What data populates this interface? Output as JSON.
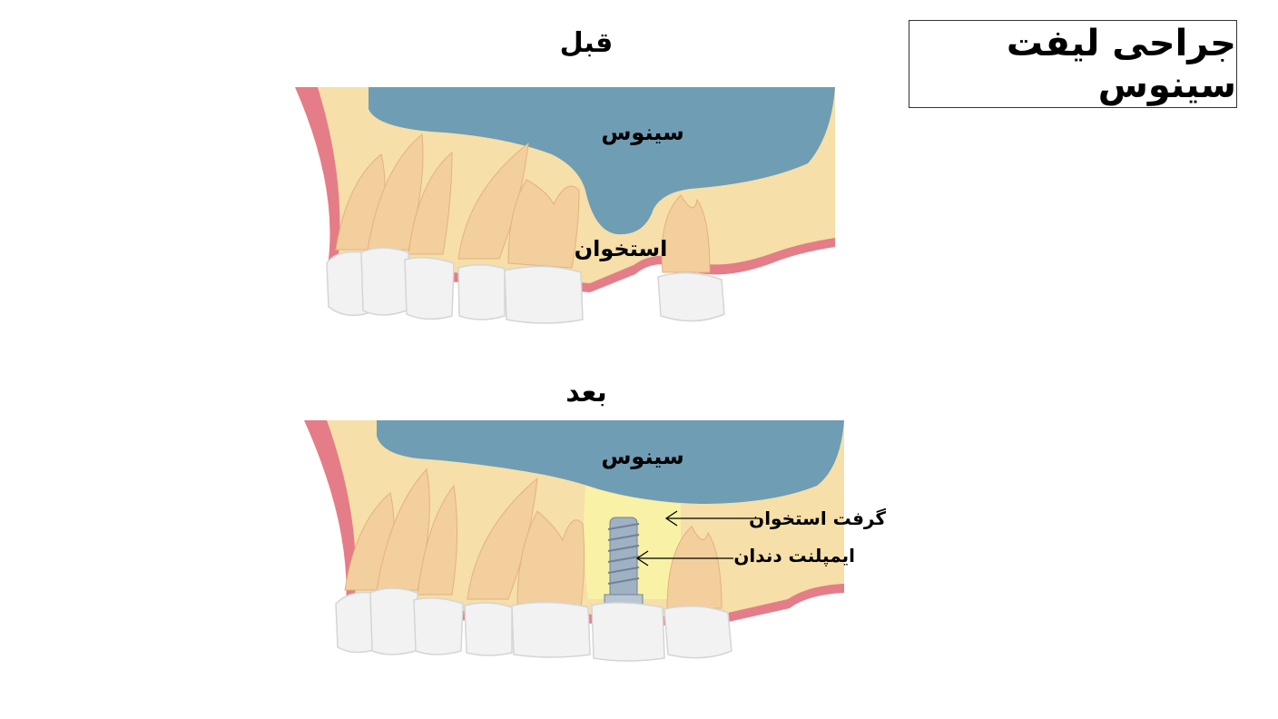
{
  "title": "جراحی لیفت سینوس",
  "before": {
    "label": "قبل",
    "sinus_label": "سینوس",
    "bone_label": "استخوان"
  },
  "after": {
    "label": "بعد",
    "sinus_label": "سینوس",
    "graft_label": "گرفت استخوان",
    "implant_label": "ایمپلنت دندان"
  },
  "colors": {
    "bone": "#f6dfa8",
    "gum": "#e47d87",
    "sinus": "#6f9db4",
    "graft": "#f9f1a6",
    "tooth": "#f2f2f2",
    "root": "#f3cf9e",
    "implant": "#9fb1c2"
  }
}
